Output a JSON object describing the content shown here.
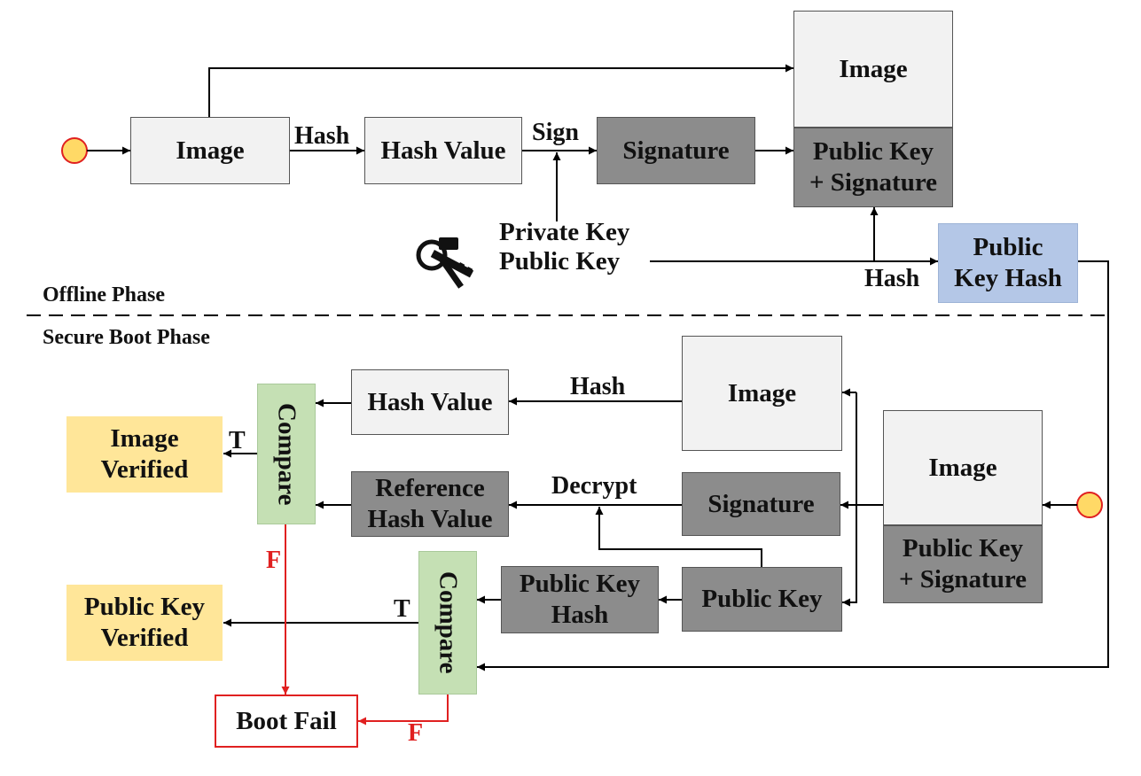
{
  "offline": {
    "phase_label": "Offline Phase",
    "image": "Image",
    "hash_label": "Hash",
    "hash_value": "Hash Value",
    "sign_label": "Sign",
    "signature": "Signature",
    "package_image": "Image",
    "package_pk_sig_line1": "Public Key",
    "package_pk_sig_line2": "+ Signature",
    "private_key": "Private Key",
    "public_key": "Public Key",
    "hash_label2": "Hash",
    "pk_hash_line1": "Public",
    "pk_hash_line2": "Key Hash"
  },
  "boot": {
    "phase_label": "Secure Boot Phase",
    "package_image": "Image",
    "package_pk_sig_line1": "Public Key",
    "package_pk_sig_line2": "+ Signature",
    "image": "Image",
    "signature": "Signature",
    "public_key": "Public Key",
    "hash_label": "Hash",
    "decrypt_label": "Decrypt",
    "hash_value": "Hash Value",
    "ref_hash_line1": "Reference",
    "ref_hash_line2": "Hash Value",
    "pk_hash_line1": "Public Key",
    "pk_hash_line2": "Hash",
    "compare1": "Compare",
    "compare2": "Compare",
    "t_label1": "T",
    "t_label2": "T",
    "f_label1": "F",
    "f_label2": "F",
    "image_verified_line1": "Image",
    "image_verified_line2": "Verified",
    "pk_verified_line1": "Public Key",
    "pk_verified_line2": "Verified",
    "boot_fail": "Boot Fail"
  },
  "colors": {
    "light_box": "#f2f2f2",
    "dark_box": "#8c8c8c",
    "pk_hash_box": "#b4c7e7",
    "compare_box": "#c5e0b4",
    "verified_box": "#ffe699",
    "fail_red": "#e02020",
    "start_circle": "#ffd966"
  }
}
